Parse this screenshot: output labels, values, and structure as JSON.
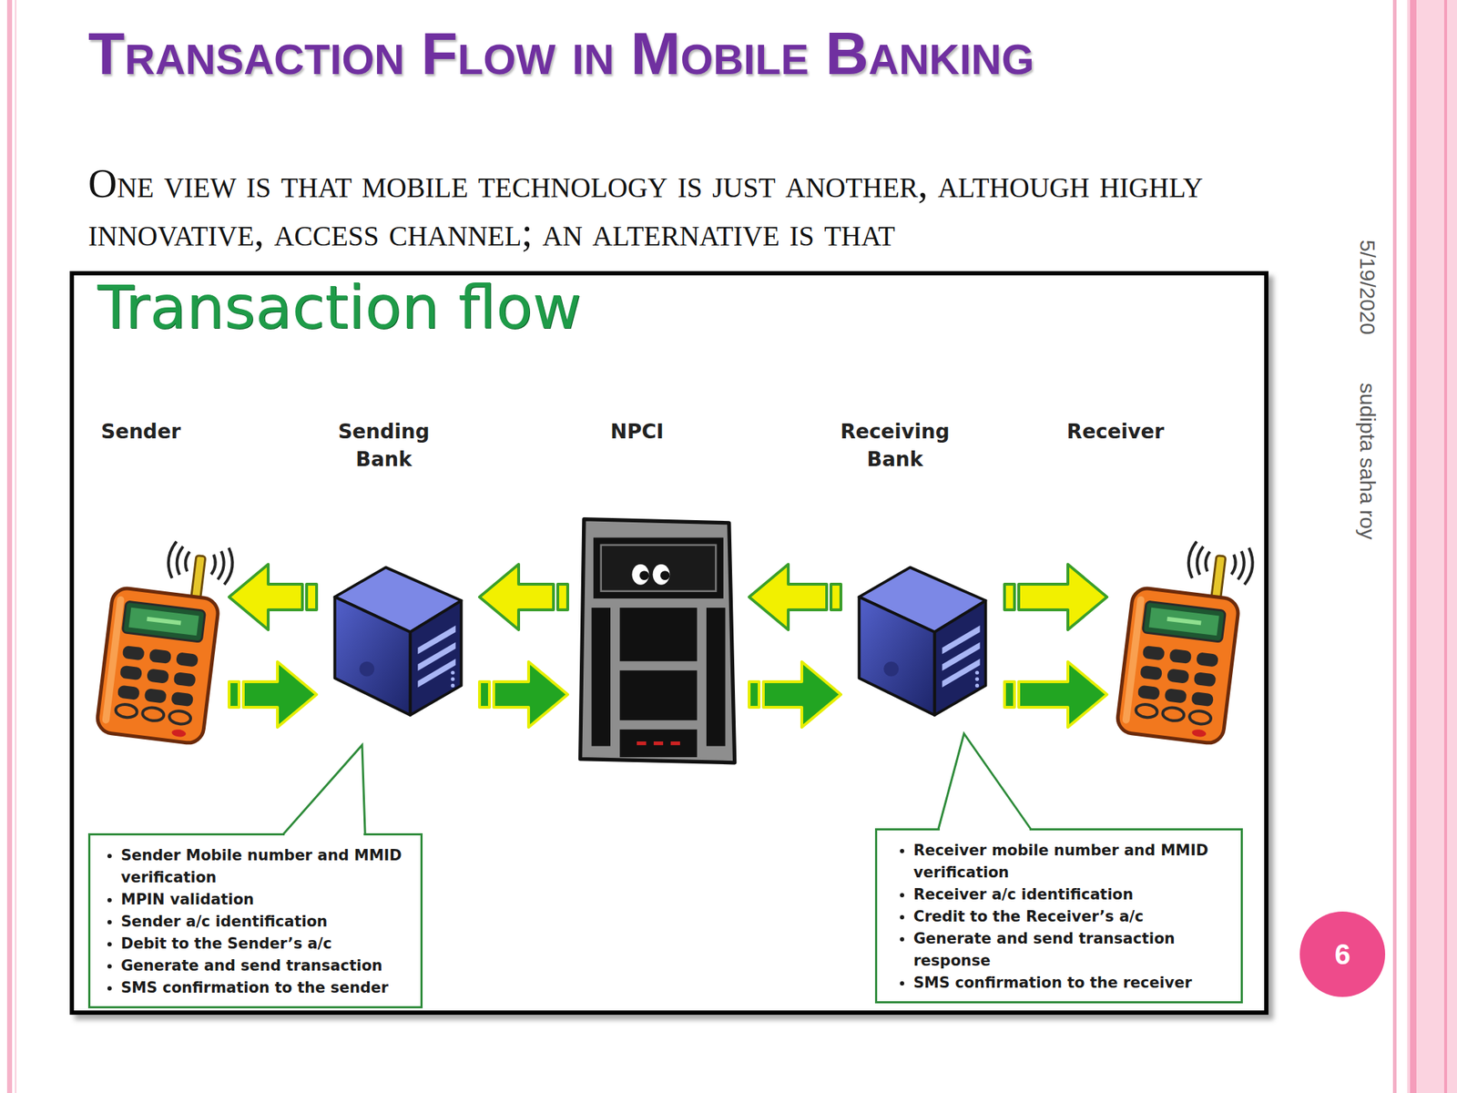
{
  "diagram": {
    "title": "Transaction Flow in Mobile Banking",
    "nodes": [
      {
        "text": [
          "Transaction flow"
        ]
      },
      {
        "text": [
          "Sender"
        ],
        "in": 0
      },
      {
        "text": [
          "Sending Bank"
        ],
        "in": 0
      },
      {
        "text": [
          "NPCI"
        ],
        "in": 0
      },
      {
        "text": [
          "Receiving Bank"
        ],
        "in": 0
      },
      {
        "text": [
          "Receiver"
        ],
        "in": 0
      },
      {
        "text": [
          "Sender Mobile number and MMID verification",
          "MPIN validation",
          "Sender a/c identification",
          "Debit to the Sender’s a/c",
          "Generate and send transaction",
          "SMS confirmation to the sender"
        ],
        "in": 0
      },
      {
        "text": [
          "Receiver mobile number and MMID verification",
          "Receiver a/c identification",
          "Credit to the Receiver’s a/c",
          "Generate and send transaction response",
          "SMS confirmation to the receiver"
        ],
        "in": 0
      },
      {
        "text": [
          "6"
        ]
      }
    ],
    "edges": [
      {
        "from": 1,
        "to": 2,
        "arrow": "to"
      },
      {
        "from": 2,
        "to": 1,
        "arrow": "to"
      },
      {
        "from": 2,
        "to": 3,
        "arrow": "to"
      },
      {
        "from": 3,
        "to": 2,
        "arrow": "to"
      },
      {
        "from": 3,
        "to": 4,
        "arrow": "to"
      },
      {
        "from": 4,
        "to": 3,
        "arrow": "to"
      },
      {
        "from": 4,
        "to": 5,
        "arrow": "to"
      },
      {
        "from": 4,
        "to": 5,
        "arrow": "to"
      },
      {
        "from": 6,
        "to": 2,
        "arrow": "none"
      },
      {
        "from": 7,
        "to": 4,
        "arrow": "none"
      }
    ],
    "labels": [
      "One view is that mobile technology is just another, although highly innovative, access channel; an alternative is that",
      "5/19/2020",
      "sudipta saha roy"
    ]
  }
}
